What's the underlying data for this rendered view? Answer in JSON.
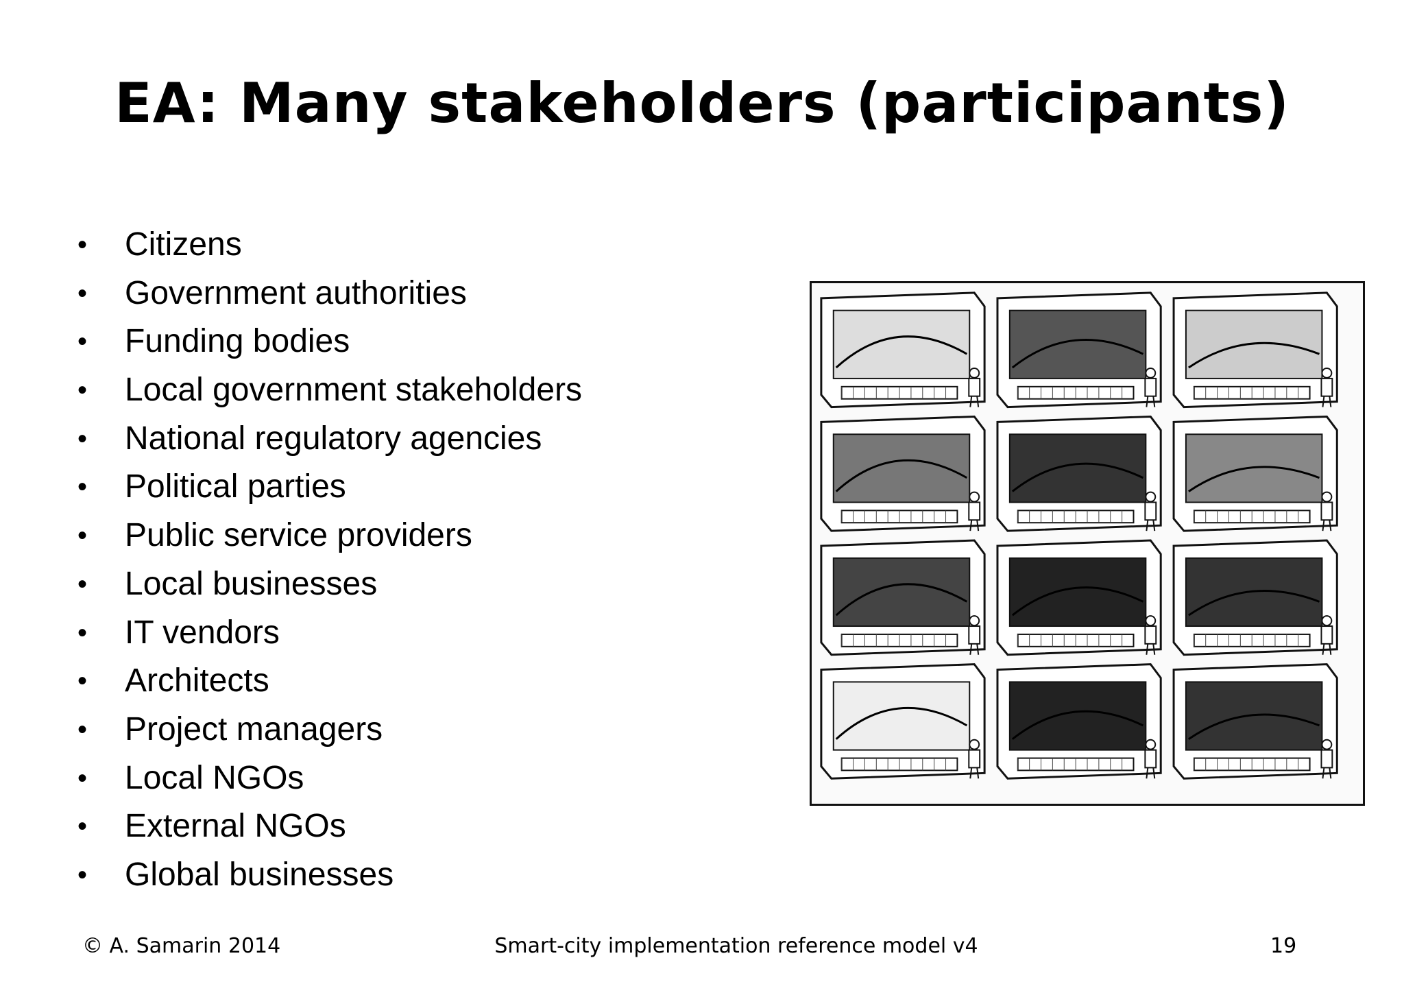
{
  "slide": {
    "title": "EA: Many stakeholders (participants)",
    "bullets": [
      "Citizens",
      "Government authorities",
      "Funding bodies",
      "Local government stakeholders",
      "National regulatory agencies",
      "Political parties",
      "Public service providers",
      "Local businesses",
      "IT vendors",
      "Architects",
      "Project managers",
      "Local NGOs",
      "External NGOs",
      "Global businesses"
    ],
    "bullet_glyph": "•"
  },
  "footer": {
    "copyright": "© A. Samarin 2014",
    "center": "Smart-city implementation reference model v4",
    "page_number": "19"
  },
  "illustration": {
    "icon": "elephant-monitors-cartoon"
  }
}
